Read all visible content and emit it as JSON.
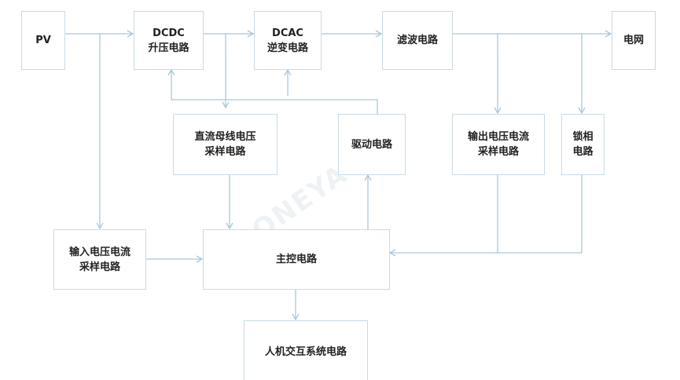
{
  "blocks": {
    "pv": [
      "PV"
    ],
    "dcdc": [
      "DCDC",
      "升压电路"
    ],
    "dcac": [
      "DCAC",
      "逆变电路"
    ],
    "filter": [
      "滤波电路"
    ],
    "grid": [
      "电网"
    ],
    "dcbus_sampling": [
      "直流母线电压",
      "采样电路"
    ],
    "driver": [
      "驱动电路"
    ],
    "output_sampling": [
      "输出电压电流",
      "采样电路"
    ],
    "pll": [
      "锁相",
      "电路"
    ],
    "input_sampling": [
      "输入电压电流",
      "采样电路"
    ],
    "main_control": [
      "主控电路"
    ],
    "hmi": [
      "人机交互系统电路"
    ]
  },
  "watermark": "ONEYAC 唯样",
  "colors": {
    "line": "#a9c8da",
    "border": "#c9dbe6"
  }
}
